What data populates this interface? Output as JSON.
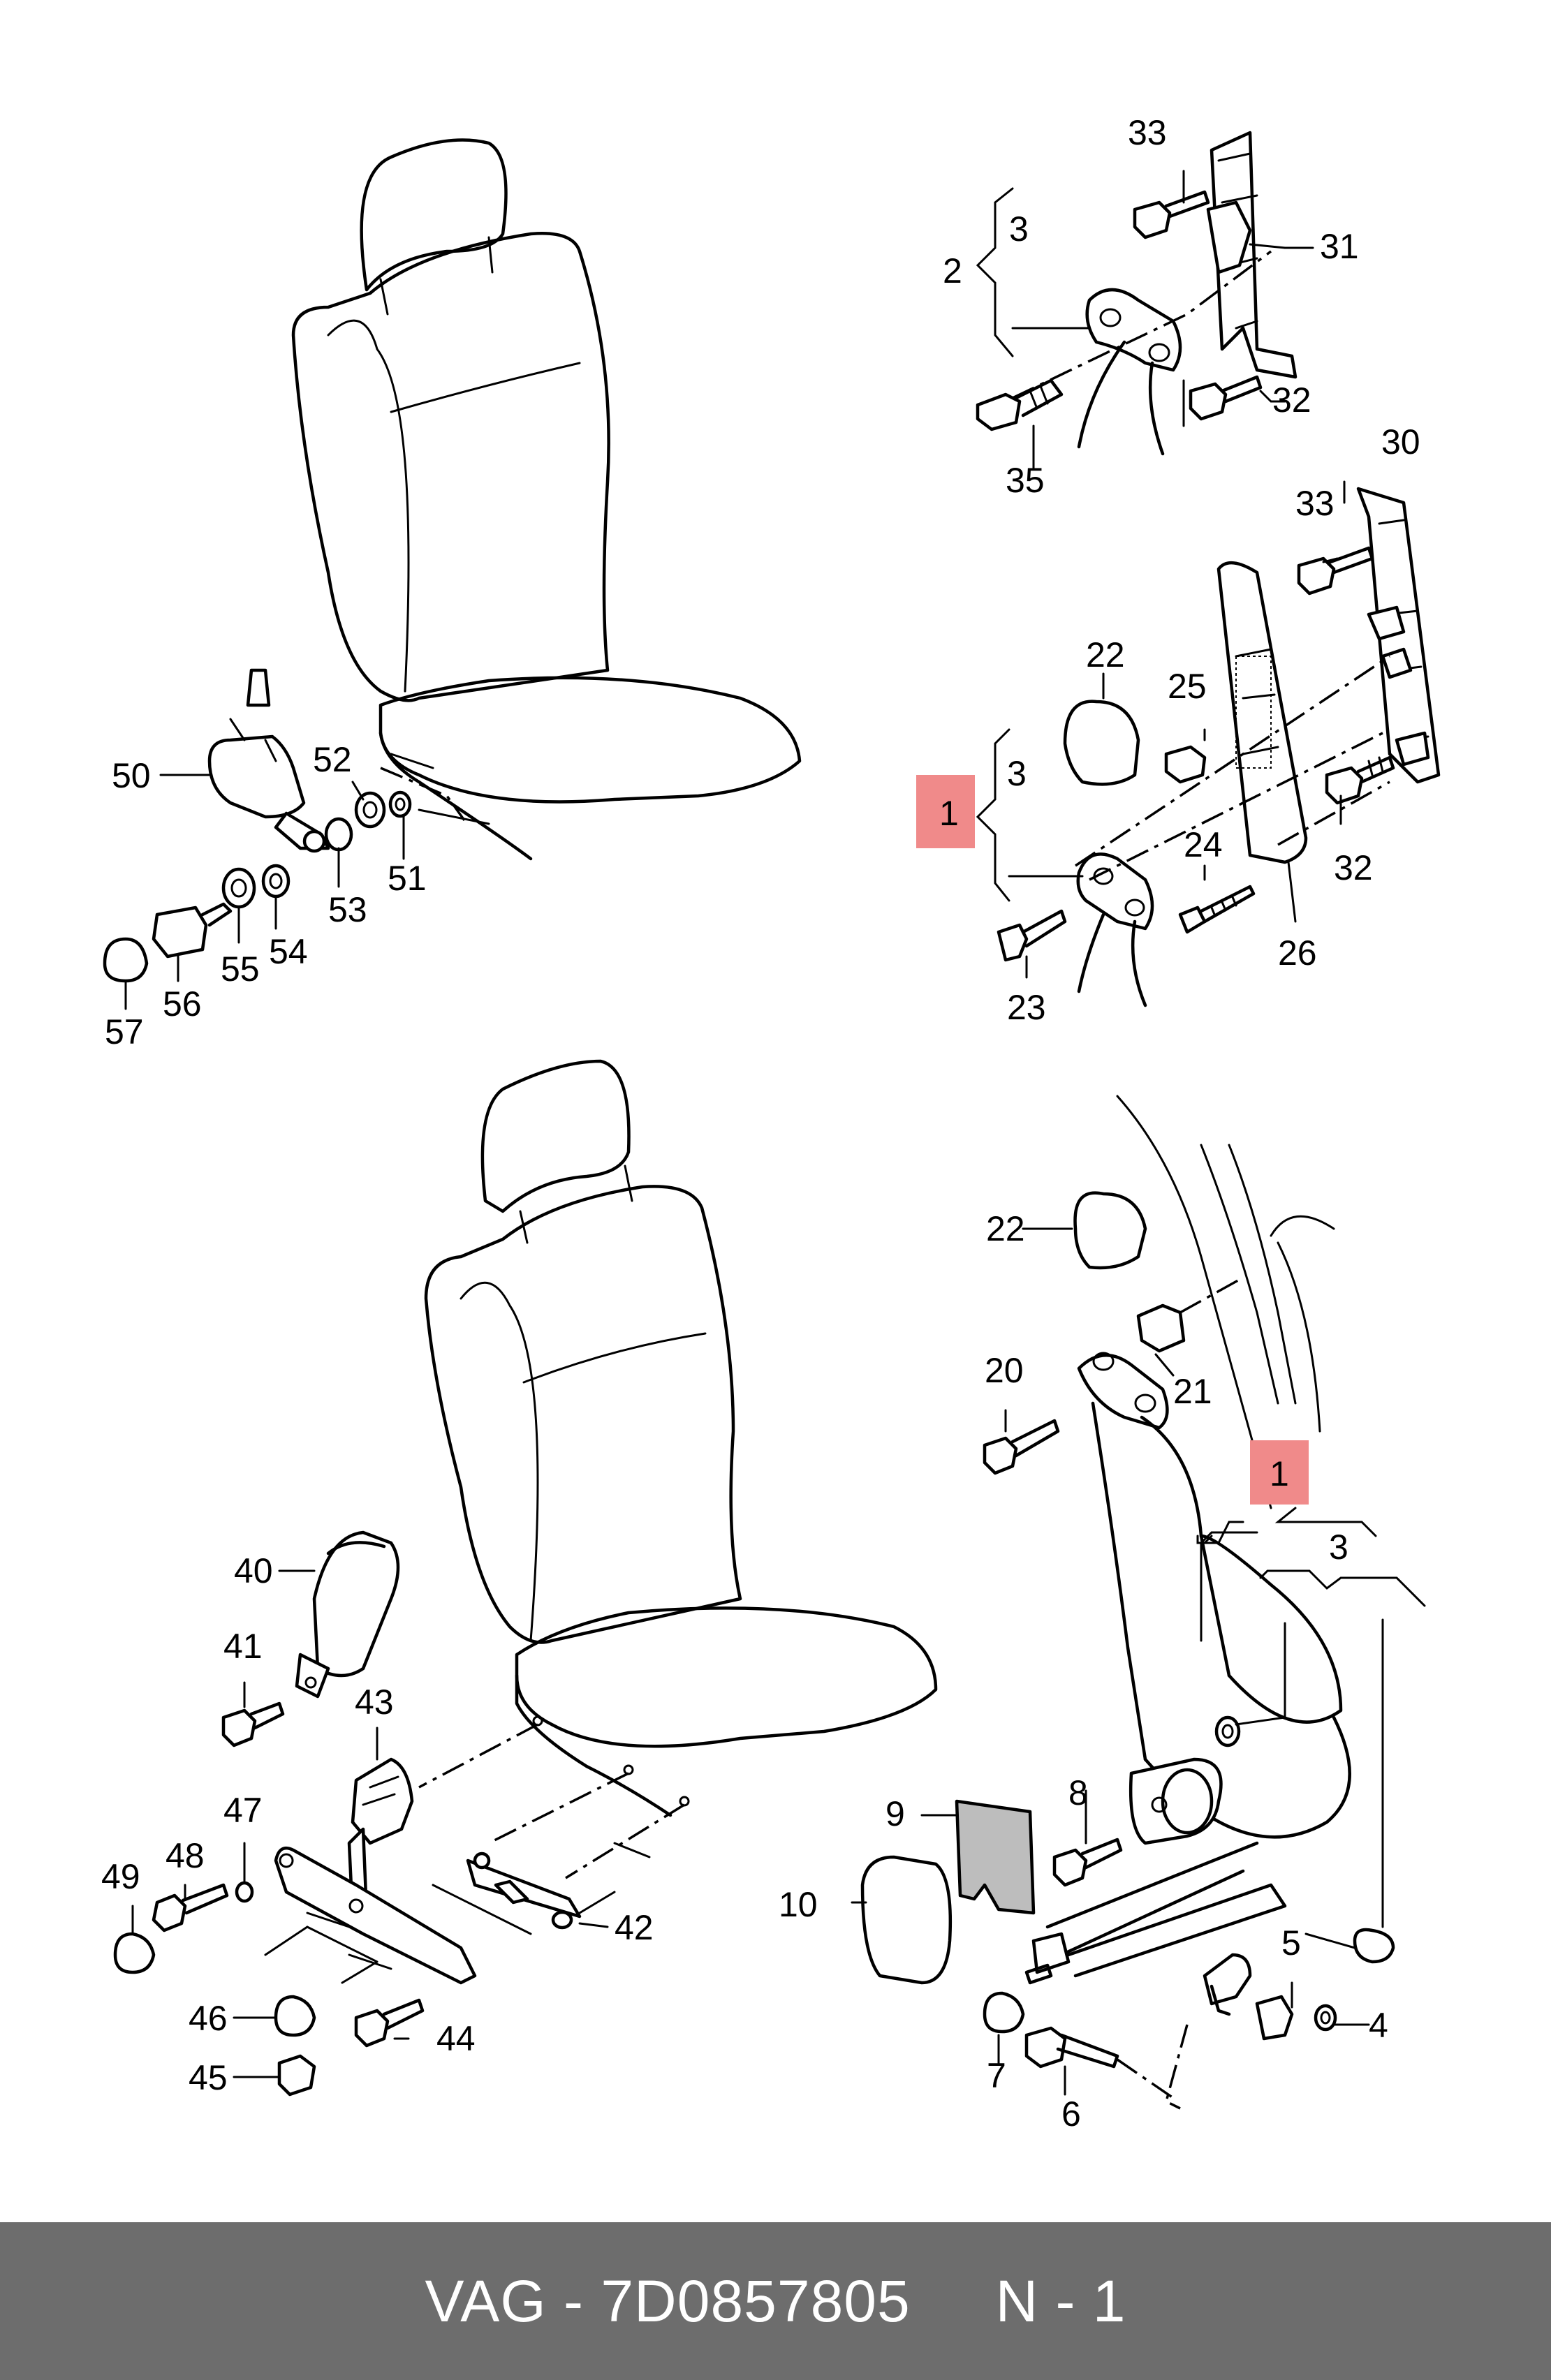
{
  "footer": {
    "brand": "VAG",
    "separator": "-",
    "part_number": "7D0857805",
    "page": "N - 1"
  },
  "highlight_color": "#f08a8a",
  "labels": {
    "l1a": "1",
    "l1b": "1",
    "l2": "2",
    "l3a": "3",
    "l3b": "3",
    "l3c": "3",
    "l4": "4",
    "l5": "5",
    "l6": "6",
    "l7": "7",
    "l8": "8",
    "l9": "9",
    "l10": "10",
    "l20": "20",
    "l21": "21",
    "l22a": "22",
    "l22b": "22",
    "l23": "23",
    "l24": "24",
    "l25": "25",
    "l26": "26",
    "l30": "30",
    "l31": "31",
    "l32a": "32",
    "l32b": "32",
    "l33a": "33",
    "l33b": "33",
    "l35": "35",
    "l40": "40",
    "l41": "41",
    "l42": "42",
    "l43": "43",
    "l44": "44",
    "l45": "45",
    "l46": "46",
    "l47": "47",
    "l48": "48",
    "l49": "49",
    "l50": "50",
    "l51": "51",
    "l52": "52",
    "l53": "53",
    "l54": "54",
    "l55": "55",
    "l56": "56",
    "l57": "57"
  }
}
